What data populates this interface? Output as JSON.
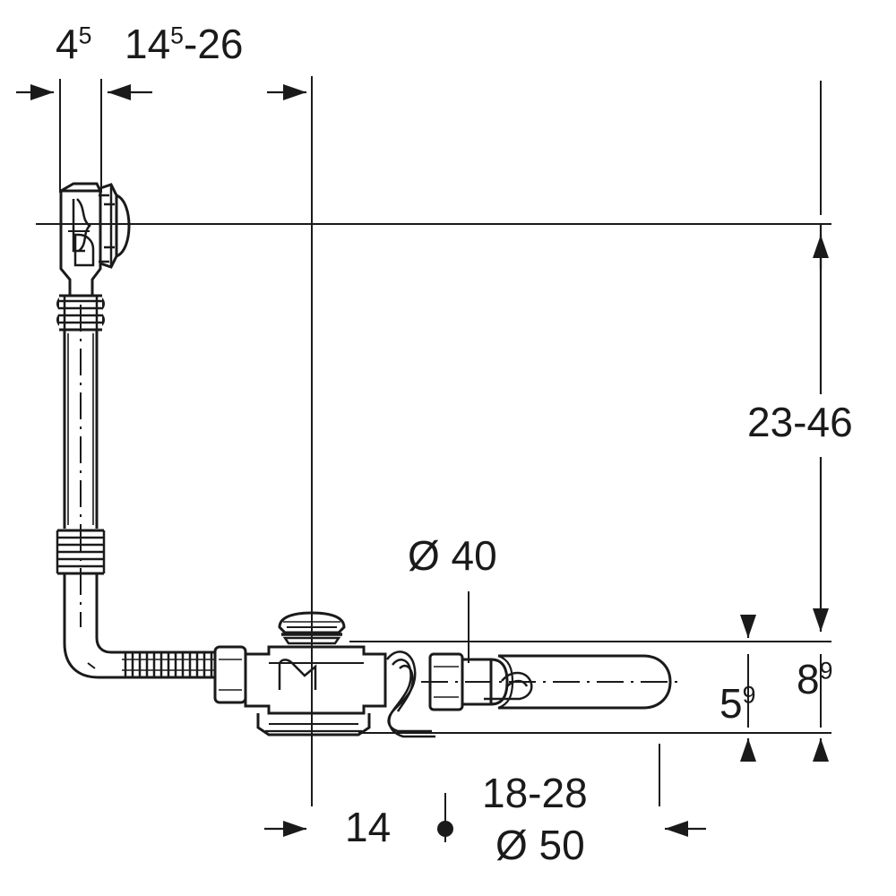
{
  "drawing": {
    "title": "Bath drain and overflow assembly dimension drawing",
    "units": "cm",
    "line_color": "#1a1a1a",
    "background_color": "#ffffff"
  },
  "dimensions": {
    "overflow_offset": {
      "value": "4",
      "sup": "5",
      "position": "top-left"
    },
    "overflow_range": {
      "value": "14",
      "sup": "5",
      "suffix": "-26",
      "position": "top"
    },
    "height_range": {
      "value": "23-46",
      "position": "right"
    },
    "outlet_diameter": {
      "value": "Ø 40",
      "position": "middle"
    },
    "trap_height": {
      "value": "5",
      "sup": "9",
      "position": "lower-right"
    },
    "total_low_height": {
      "value": "8",
      "sup": "9",
      "position": "lower-right"
    },
    "base_offset": {
      "value": "14",
      "position": "bottom"
    },
    "outlet_length_range": {
      "value": "18-28",
      "position": "bottom"
    },
    "pipe_diameter": {
      "value": "Ø 50",
      "position": "bottom"
    }
  },
  "components": {
    "overflow_fitting": "overflow-cover-fitting",
    "vertical_pipe": "overflow-vertical-pipe",
    "corrugated_upper": "corrugated-sleeve-upper",
    "corrugated_lower": "corrugated-sleeve-lower",
    "elbow": "pipe-elbow",
    "flexible_hose": "flexible-corrugated-hose",
    "hex_nut": "hex-union-nut",
    "drain_body": "drain-body",
    "push_plug": "push-button-waste-plug",
    "bowden_cable": "bowden-cable",
    "trap_cylinder": "horizontal-trap-cylinder"
  }
}
